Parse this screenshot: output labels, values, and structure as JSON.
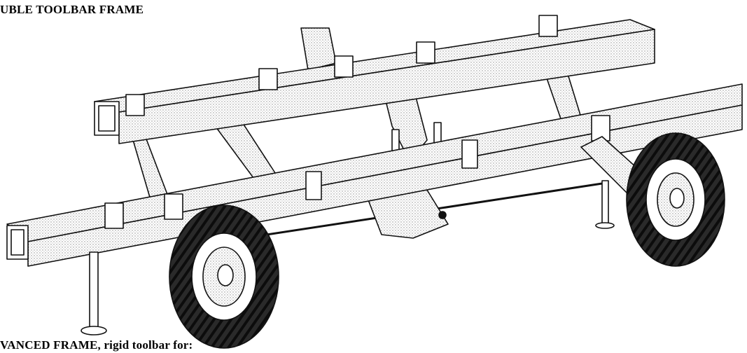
{
  "captions": {
    "top": "UBLE TOOLBAR FRAME",
    "bottom": "VANCED FRAME, rigid toolbar for:"
  },
  "illustration": {
    "subject": "double toolbar frame with two wheels and stands",
    "ink_color": "#111111",
    "paper_color": "#ffffff",
    "hatch_color": "#9a9a9a"
  }
}
